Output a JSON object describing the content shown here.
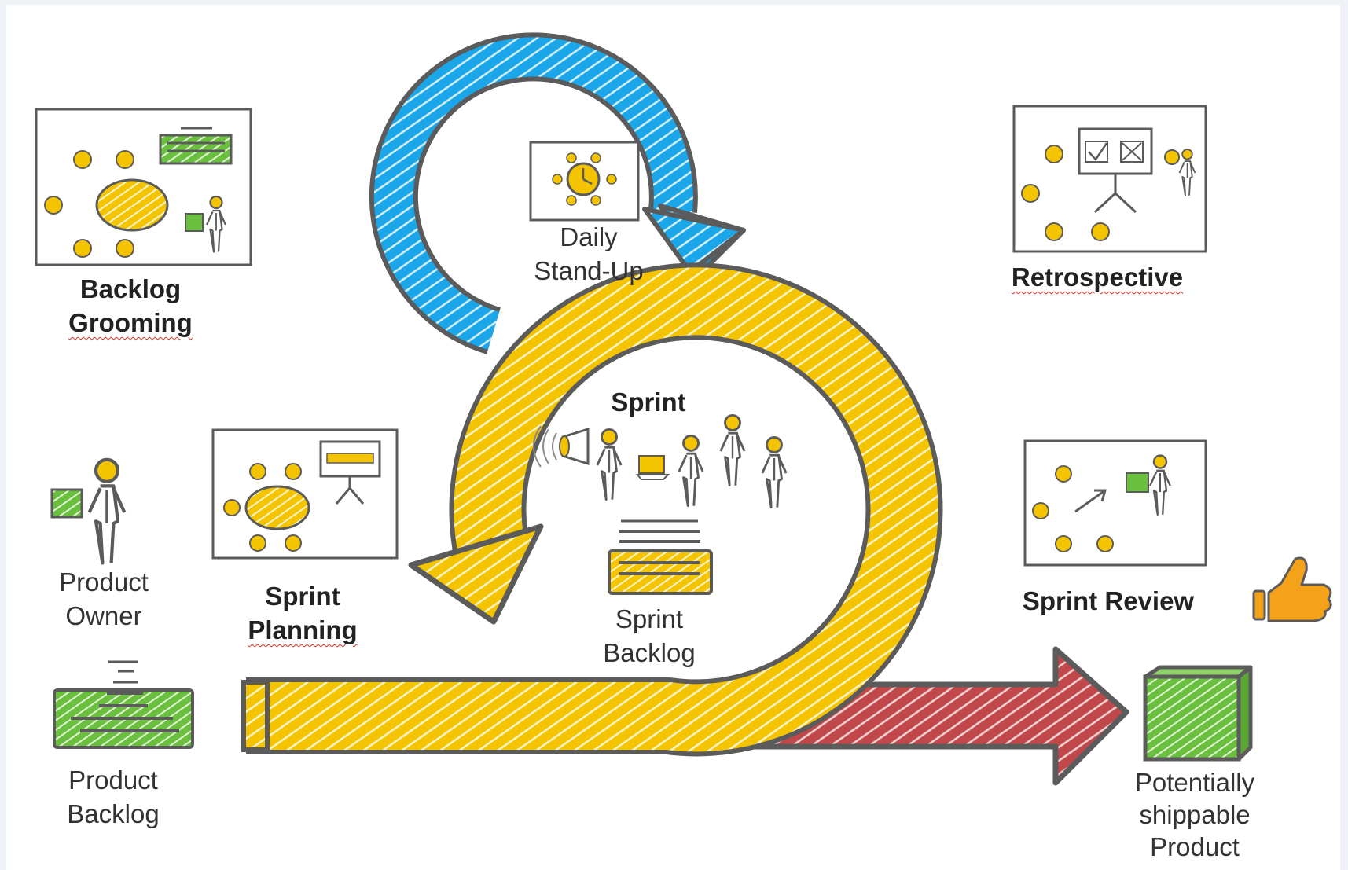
{
  "labels": {
    "backlog_grooming": [
      "Backlog",
      "Grooming"
    ],
    "daily_standup": [
      "Daily",
      "Stand-Up"
    ],
    "retrospective": "Retrospective",
    "sprint": "Sprint",
    "product_owner": [
      "Product",
      "Owner"
    ],
    "sprint_planning": [
      "Sprint",
      "Planning"
    ],
    "sprint_backlog": [
      "Sprint",
      "Backlog"
    ],
    "sprint_review": "Sprint Review",
    "product_backlog": [
      "Product",
      "Backlog"
    ],
    "potentially_shippable_product": [
      "Potentially",
      "shippable",
      "Product"
    ]
  },
  "colors": {
    "sprint_arrow": "#f5c400",
    "daily_arrow": "#1aa6e8",
    "delivery_arrow": "#c0484a",
    "product_green": "#6ac03e",
    "outline": "#5b5b5b",
    "thumbs_up": "#f4a21a"
  }
}
